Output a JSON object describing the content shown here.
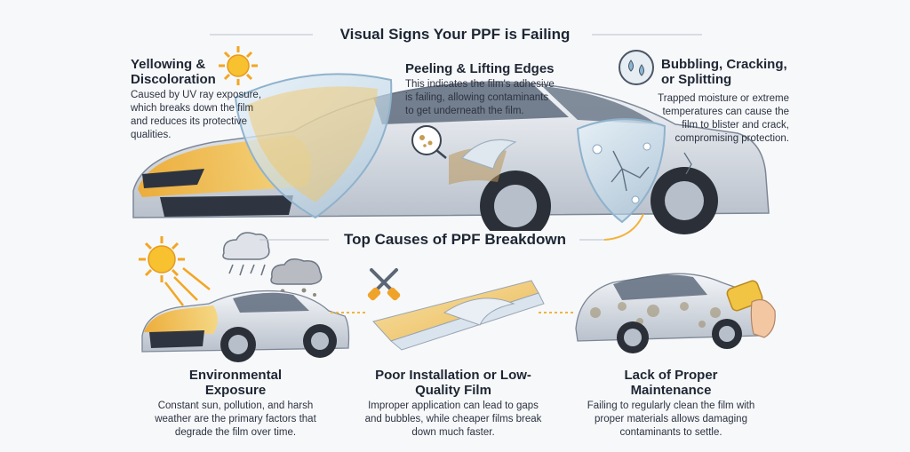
{
  "signs": {
    "title": "Visual Signs Your PPF is Failing",
    "items": [
      {
        "heading": "Yellowing & Discoloration",
        "body": "Caused by UV ray exposure, which breaks down the film and reduces its protective qualities.",
        "icon": "sun-icon"
      },
      {
        "heading": "Peeling & Lifting Edges",
        "body": "This indicates the film's adhesive is failing, allowing contaminants to get underneath the film.",
        "icon": "peeling-film-icon"
      },
      {
        "heading": "Bubbling, Cracking, or Splitting",
        "body": "Trapped moisture or extreme temperatures can cause the film to blister and crack, compromising protection.",
        "icon": "water-drops-icon"
      }
    ]
  },
  "causes": {
    "title": "Top Causes of PPF Breakdown",
    "items": [
      {
        "heading": "Environmental Exposure",
        "body": "Constant sun, pollution, and harsh weather are the primary factors that degrade the film over time."
      },
      {
        "heading": "Poor Installation or Low-Quality Film",
        "body": "Improper application can lead to gaps and bubbles, while cheaper films break down much faster."
      },
      {
        "heading": "Lack of Proper Maintenance",
        "body": "Failing to regularly clean the film with proper materials allows damaging contaminants to settle."
      }
    ]
  },
  "colors": {
    "accent": "#f2b33d",
    "car": "#e4e8ee",
    "film": "#bcd7ea",
    "line": "#b8c0cc"
  }
}
